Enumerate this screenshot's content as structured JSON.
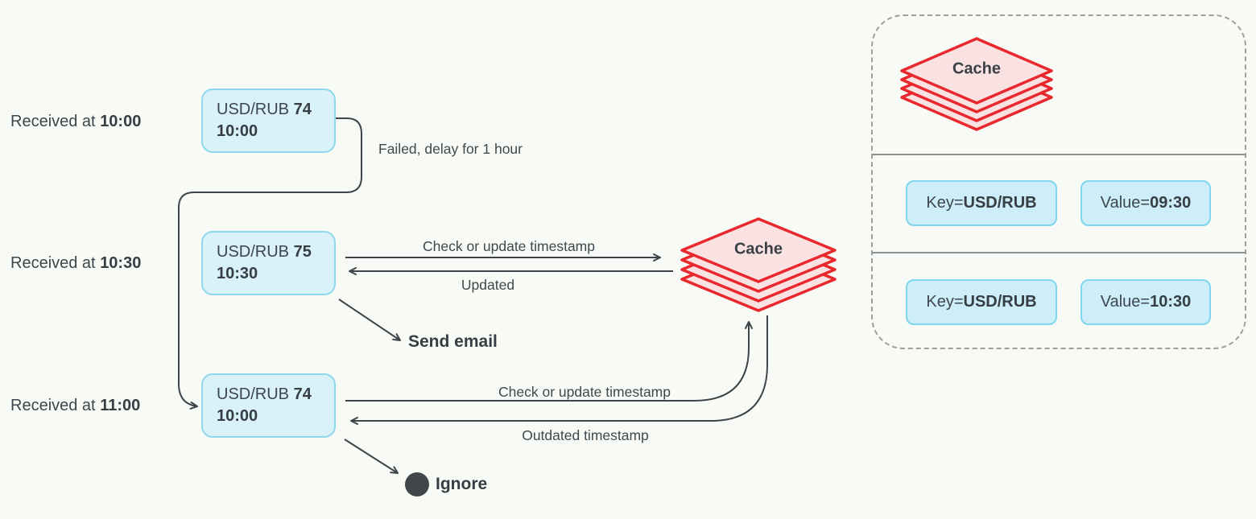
{
  "events": [
    {
      "received_prefix": "Received at",
      "received_time": "10:00",
      "pair": "USD/RUB",
      "rate": "74",
      "time": "10:00"
    },
    {
      "received_prefix": "Received at",
      "received_time": "10:30",
      "pair": "USD/RUB",
      "rate": "75",
      "time": "10:30"
    },
    {
      "received_prefix": "Received at",
      "received_time": "11:00",
      "pair": "USD/RUB",
      "rate": "74",
      "time": "10:00"
    }
  ],
  "labels": {
    "failed": "Failed, delay for 1 hour",
    "check_update_1": "Check or update timestamp",
    "updated": "Updated",
    "send_email": "Send email",
    "check_update_2": "Check or update timestamp",
    "outdated": "Outdated timestamp",
    "ignore": "Ignore"
  },
  "cache": {
    "label": "Cache"
  },
  "panel": {
    "cache_label": "Cache",
    "rows": [
      {
        "key_prefix": "Key=",
        "key_value": "USD/RUB",
        "value_prefix": "Value=",
        "value_value": "09:30"
      },
      {
        "key_prefix": "Key=",
        "key_value": "USD/RUB",
        "value_prefix": "Value=",
        "value_value": "10:30"
      }
    ]
  },
  "colors": {
    "background": "#f8faf6",
    "box_fill": "#d9f1f9",
    "box_border": "#8fd8ec",
    "kv_fill": "#cdeef8",
    "kv_border": "#7fd6ee",
    "cache_fill": "#fae2e3",
    "cache_stroke": "#e8282c",
    "arrow": "#3e4449",
    "text": "#3d464d",
    "panel_border": "#9b9fa0"
  }
}
